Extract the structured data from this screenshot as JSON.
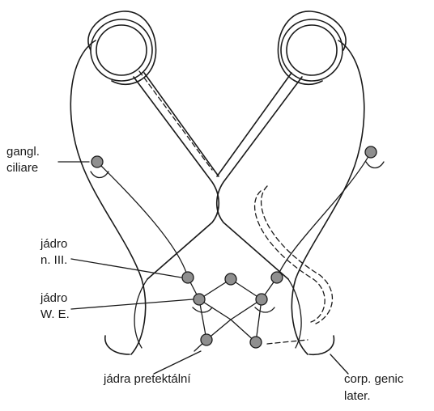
{
  "labels": {
    "gangl_ciliare_line1": "gangl.",
    "gangl_ciliare_line2": "ciliare",
    "jadro_n3_line1": "jádro",
    "jadro_n3_line2": "n. III.",
    "jadro_we_line1": "jádro",
    "jadro_we_line2": "W. E.",
    "jadra_pretektalni": "jádra pretektální",
    "corp_genic_line1": "corp. genic",
    "corp_genic_line2": "later."
  }
}
